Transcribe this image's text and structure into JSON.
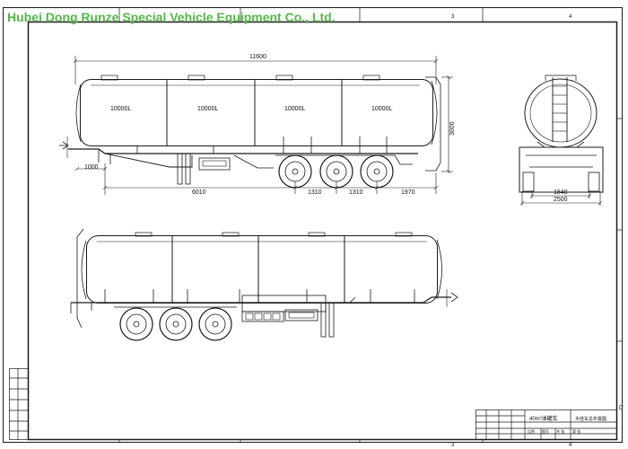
{
  "watermark": "Hubei Dong Runze Special Vehicle Equipment Co., Ltd.",
  "colors": {
    "watermark": "#53b947",
    "line": "#1a1a1a",
    "paper": "#ffffff"
  },
  "border": {
    "zone_top": [
      "3",
      "4"
    ],
    "zone_bottom": [
      "3",
      "4"
    ],
    "zone_right": [
      "D"
    ]
  },
  "side_view": {
    "overall_length": "11600",
    "compartments": [
      "10000L",
      "10000L",
      "10000L",
      "10000L"
    ],
    "height": "3000",
    "king_pin": "1000",
    "dimensions": [
      "6010",
      "1310",
      "1310",
      "1970"
    ]
  },
  "rear_view": {
    "inner_width": "1840",
    "outer_width": "2500"
  },
  "title_block": {
    "model": "40m³油罐车",
    "title": "半挂车总布置图",
    "sheet_marks": [
      "比例",
      "图号",
      "共 张",
      "第 张"
    ]
  }
}
